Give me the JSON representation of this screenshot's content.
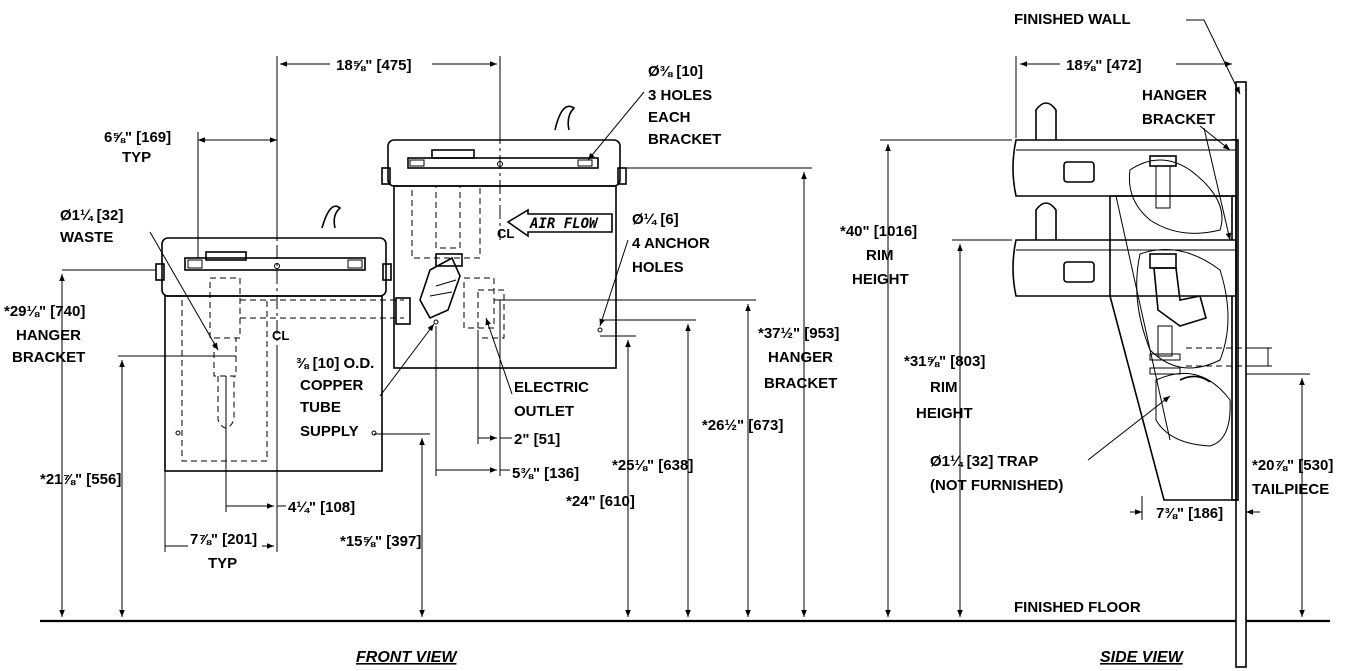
{
  "views": {
    "front": "FRONT VIEW",
    "side": "SIDE VIEW"
  },
  "front": {
    "top_width": "18⅝\" [475]",
    "bracket_offset": "6⅝\" [169]",
    "bracket_offset_typ": "TYP",
    "hole_size": "Ø⅜ [10]",
    "holes_count": "3 HOLES",
    "holes_each": "EACH",
    "holes_bracket": "BRACKET",
    "waste_size": "Ø1¼ [32]",
    "waste_label": "WASTE",
    "air_flow": "AIR FLOW",
    "anchor_size": "Ø¼ [6]",
    "anchor_count": "4 ANCHOR",
    "anchor_holes": "HOLES",
    "centerline_1": "CL",
    "centerline_2": "CL",
    "hanger_low_value": "*29⅛\" [740]",
    "hanger_low_l1": "HANGER",
    "hanger_low_l2": "BRACKET",
    "copper_l1": "⅜ [10] O.D.",
    "copper_l2": "COPPER",
    "copper_l3": "TUBE",
    "copper_l4": "SUPPLY",
    "electric_l1": "ELECTRIC",
    "electric_l2": "OUTLET",
    "dim_2": "2\" [51]",
    "dim_5_3_8": "5⅜\" [136]",
    "dim_4_1_4": "4¼\" [108]",
    "dim_7_7_8": "7⅞\" [201]",
    "dim_7_7_8_typ": "TYP",
    "dim_21": "*21⅞\" [556]",
    "dim_15": "*15⅝\" [397]",
    "dim_24": "*24\" [610]",
    "dim_25": "*25⅛\" [638]",
    "dim_26": "*26½\" [673]",
    "hanger_high_value": "*37½\" [953]",
    "hanger_high_l1": "HANGER",
    "hanger_high_l2": "BRACKET"
  },
  "side": {
    "finished_wall": "FINISHED WALL",
    "top_width": "18⅝\" [472]",
    "hanger_l1": "HANGER",
    "hanger_l2": "BRACKET",
    "rim_high_value": "*40\" [1016]",
    "rim_high_l1": "RIM",
    "rim_high_l2": "HEIGHT",
    "rim_low_value": "*31⅝\" [803]",
    "rim_low_l1": "RIM",
    "rim_low_l2": "HEIGHT",
    "trap_l1": "Ø1¼ [32] TRAP",
    "trap_l2": "(NOT FURNISHED)",
    "dim_7_3_8": "7⅜\" [186]",
    "tailpiece_value": "*20⅞\" [530]",
    "tailpiece_label": "TAILPIECE",
    "finished_floor": "FINISHED FLOOR"
  }
}
